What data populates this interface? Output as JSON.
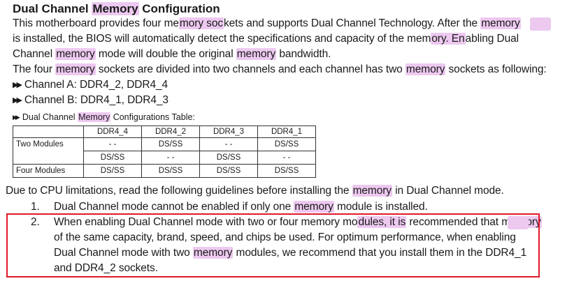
{
  "title": {
    "pre": "Dual Channel ",
    "hl": "Memory",
    "post": " Configuration"
  },
  "intro": {
    "l1_a": "This motherboard provides four me",
    "l1_hl1": "mory soc",
    "l1_b": "kets and supports Dual Channel Technology. After the ",
    "l1_hl2": "memory",
    "l2_a": "is installed, the BIOS will automatically detect the specifications and capacity of the mem",
    "l2_hl": "ory. En",
    "l2_b": "abling Dual",
    "l3_a": "Channel ",
    "l3_hl1": "memory",
    "l3_b": " mode will double the original ",
    "l3_hl2": "memory",
    "l3_c": " bandwidth.",
    "l4_a": "The four ",
    "l4_hl1": "memory",
    "l4_b": " sockets are divided into two channels and each channel has two ",
    "l4_hl2": "memory",
    "l4_c": " sockets as following:"
  },
  "channels": [
    "Channel A: DDR4_2, DDR4_4",
    "Channel B: DDR4_1, DDR4_3"
  ],
  "table": {
    "title_pre": "Dual Channel ",
    "title_hl": "Memory",
    "title_post": " Configurations Table:",
    "headers": [
      "DDR4_4",
      "DDR4_2",
      "DDR4_3",
      "DDR4_1"
    ],
    "row_two_label": "Two Modules",
    "row_two_a": [
      "- -",
      "DS/SS",
      "- -",
      "DS/SS"
    ],
    "row_two_b": [
      "DS/SS",
      "- -",
      "DS/SS",
      "- -"
    ],
    "row_four_label": "Four Modules",
    "row_four": [
      "DS/SS",
      "DS/SS",
      "DS/SS",
      "DS/SS"
    ]
  },
  "guidelines": {
    "intro_a": "Due to CPU limitations, read the following guidelines before installing the ",
    "intro_hl": "memory",
    "intro_b": " in Dual Channel mode.",
    "item1_num": "1.",
    "item1_a": "Dual Channel mode cannot be enabled if only one ",
    "item1_hl": "memory",
    "item1_b": " module is installed.",
    "item2_num": "2.",
    "item2_l1_a": "When enabling Dual Channel mode with two or four memory mo",
    "item2_l1_hl1": "dules, it is",
    "item2_l1_b": " recommended that me",
    "item2_l1_hl2": "mory",
    "item2_l2": "of the same capacity, brand, speed, and chips be used. For optimum performance, when enabling",
    "item2_l3_a": "Dual Channel mode with two ",
    "item2_l3_hl": "memory",
    "item2_l3_b": " modules, we recommend that you install them in the DDR4_1",
    "item2_l4": "and DDR4_2 sockets."
  },
  "colors": {
    "highlight": "#edc9f0",
    "red_box": "#e0192a"
  }
}
